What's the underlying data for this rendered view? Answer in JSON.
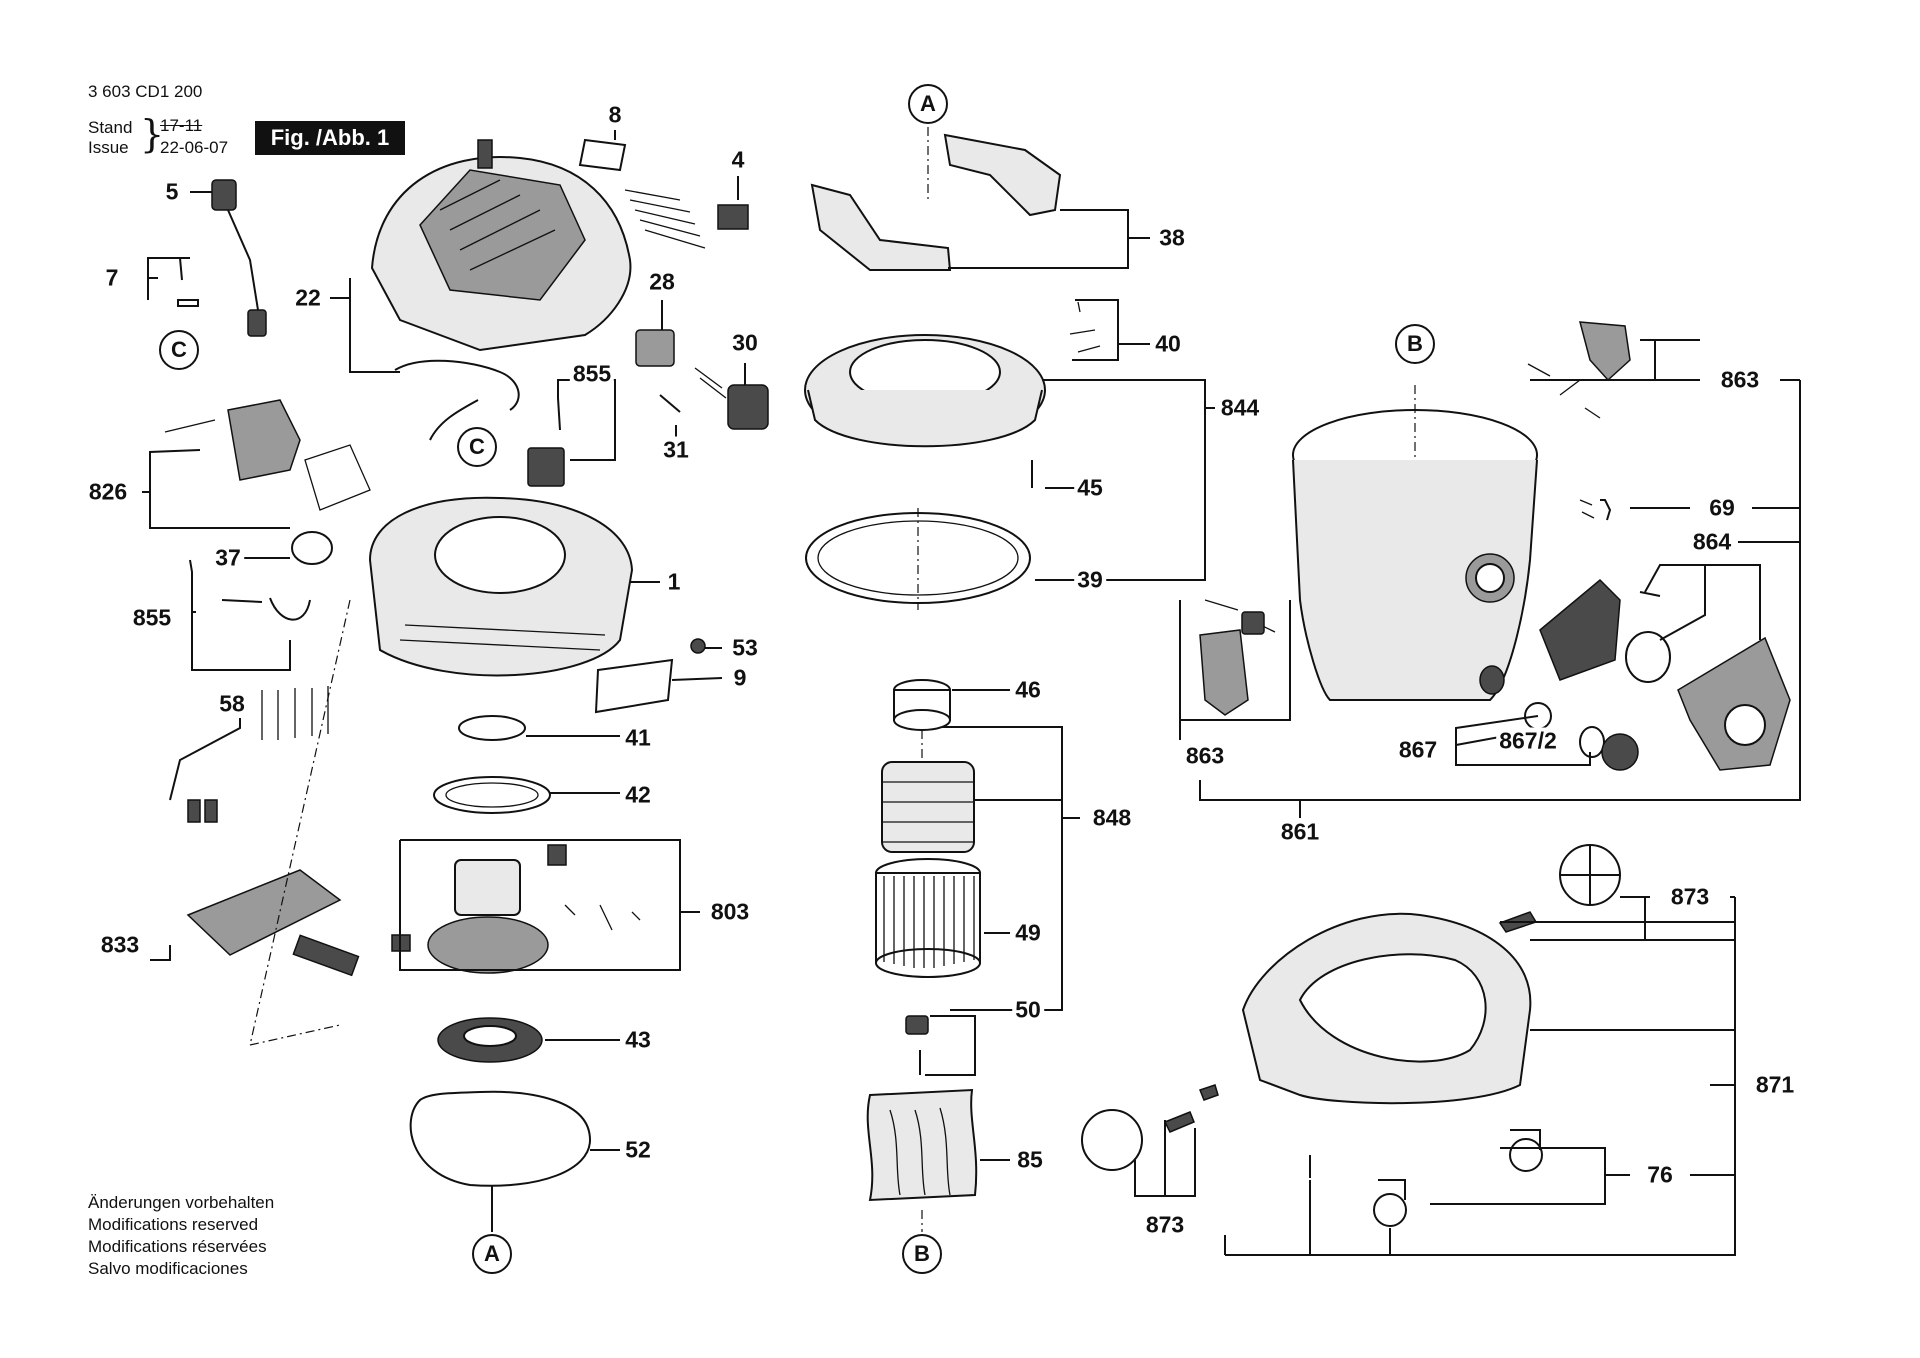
{
  "header": {
    "doc_number": "3 603 CD1 200",
    "stand_label": "Stand",
    "issue_label": "Issue",
    "stand_date": "17-11",
    "issue_date": "22-06-07",
    "figure_label": "Fig. /Abb. 1"
  },
  "footer": {
    "lines": [
      "Änderungen vorbehalten",
      "Modifications reserved",
      "Modifications réservées",
      "Salvo modificaciones"
    ]
  },
  "reference_markers": [
    "A",
    "B",
    "C"
  ],
  "part_numbers": {
    "p8": "8",
    "p4": "4",
    "p5": "5",
    "p7": "7",
    "p22": "22",
    "p28": "28",
    "p30": "30",
    "p855a": "855",
    "p31": "31",
    "p826": "826",
    "p37": "37",
    "p855b": "855",
    "p1": "1",
    "p53": "53",
    "p9": "9",
    "p58": "58",
    "p41": "41",
    "p42": "42",
    "p803": "803",
    "p833": "833",
    "p43": "43",
    "p52": "52",
    "p38": "38",
    "p40": "40",
    "p844": "844",
    "p45": "45",
    "p39": "39",
    "p46": "46",
    "p848": "848",
    "p49": "49",
    "p50": "50",
    "p85": "85",
    "p863a": "863",
    "p69": "69",
    "p864": "864",
    "p863b": "863",
    "p867": "867",
    "p867_2": "867/2",
    "p861": "861",
    "p873a": "873",
    "p871": "871",
    "p76": "76",
    "p873b": "873"
  }
}
